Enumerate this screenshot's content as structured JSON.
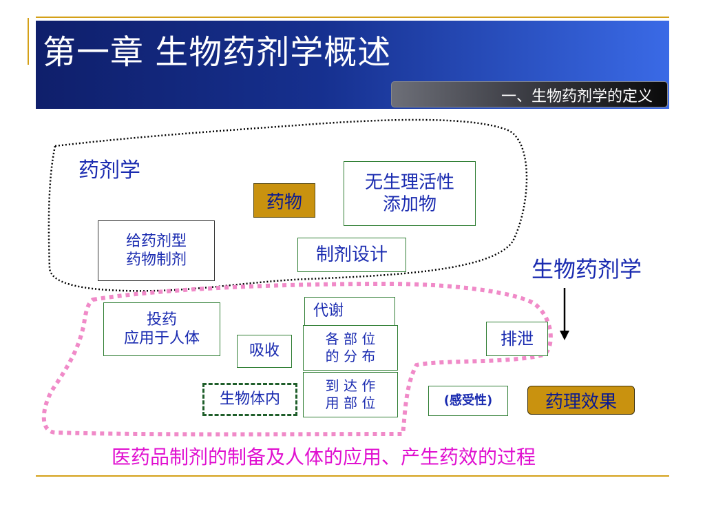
{
  "header": {
    "title": "第一章  生物药剂学概述",
    "subtitle": "一、生物药剂学的定义"
  },
  "diagram": {
    "pharmaceutics_label": "药剂学",
    "biopharmaceutics_label": "生物药剂学",
    "drug": "药物",
    "inactive_additives": "无生理活性\n添加物",
    "dosage_form": "给药剂型\n药物制剂",
    "formulation_design": "制剂设计",
    "administration": "投药\n应用于人体",
    "absorption": "吸收",
    "metabolism": "代谢",
    "distribution": "各 部 位\n的 分 布",
    "reach_site": "到 达 作\n用 部 位",
    "excretion": "排泄",
    "in_body": "生物体内",
    "sensitivity": "(感受性)",
    "pharmacological_effect": "药理效果"
  },
  "footer_text": "医药品制剂的制备及人体的应用、产生药效的过程",
  "colors": {
    "header_start": "#0f1f6b",
    "header_end": "#3a6ae6",
    "accent_gold": "#d4a017",
    "label_blue": "#1a2bb0",
    "box_border_green": "#2e7d32",
    "pink_dots": "#f08ac8",
    "footer_magenta": "#e010d0"
  }
}
